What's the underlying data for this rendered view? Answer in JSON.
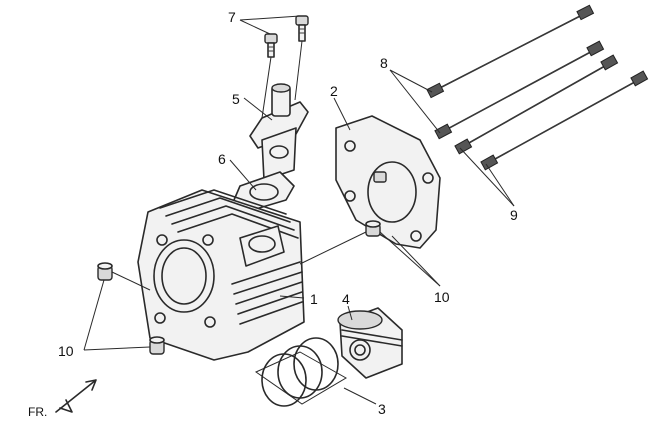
{
  "callouts": {
    "c1": "1",
    "c2": "2",
    "c3": "3",
    "c4": "4",
    "c5": "5",
    "c6": "6",
    "c7": "7",
    "c8": "8",
    "c9": "9",
    "c10a": "10",
    "c10b": "10"
  },
  "direction": {
    "label": "FR."
  },
  "colors": {
    "line": "#2a2a2a",
    "background": "#ffffff"
  }
}
